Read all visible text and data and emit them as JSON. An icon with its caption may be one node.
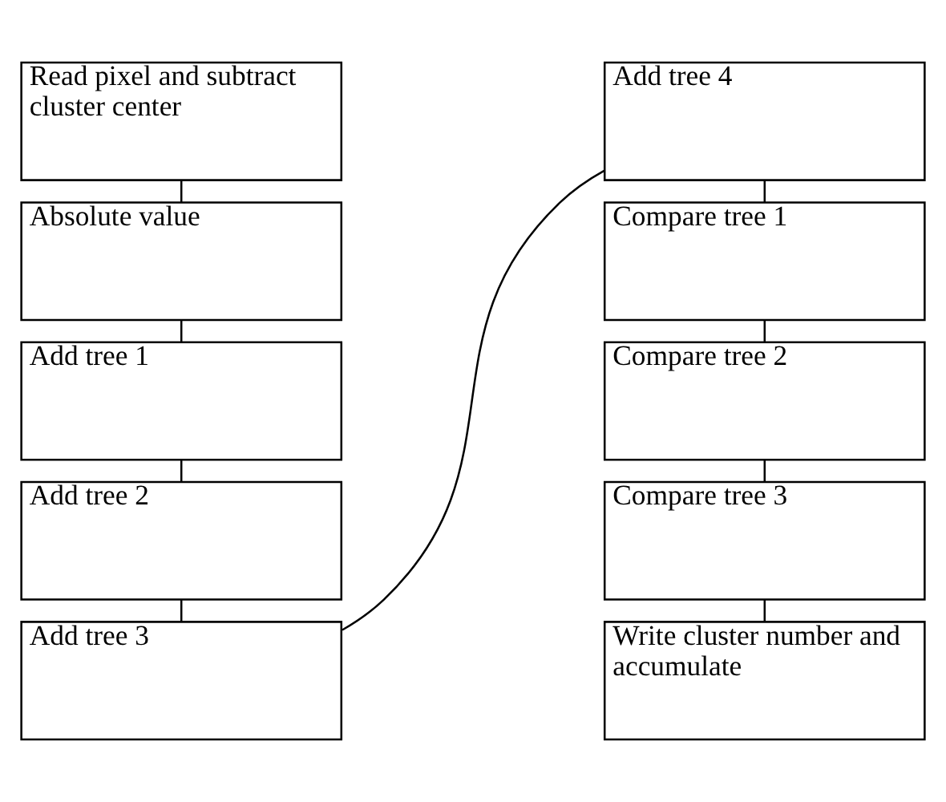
{
  "diagram": {
    "nodes": [
      {
        "text": [
          "Read pixel and subtract cluster center"
        ]
      },
      {
        "text": [
          "Absolute value"
        ]
      },
      {
        "text": [
          "Add tree 1"
        ]
      },
      {
        "text": [
          "Add tree 2"
        ]
      },
      {
        "text": [
          "Add tree 3"
        ]
      },
      {
        "text": [
          "Add tree 4"
        ]
      },
      {
        "text": [
          "Compare tree 1"
        ]
      },
      {
        "text": [
          "Compare tree 2"
        ]
      },
      {
        "text": [
          "Compare tree 3"
        ]
      },
      {
        "text": [
          "Write cluster number and accumulate"
        ]
      }
    ],
    "edges": [
      {
        "from": 0,
        "to": 1,
        "arrow": "none"
      },
      {
        "from": 1,
        "to": 2,
        "arrow": "none"
      },
      {
        "from": 2,
        "to": 3,
        "arrow": "none"
      },
      {
        "from": 3,
        "to": 4,
        "arrow": "none"
      },
      {
        "from": 4,
        "to": 5,
        "arrow": "none"
      },
      {
        "from": 5,
        "to": 6,
        "arrow": "none"
      },
      {
        "from": 6,
        "to": 7,
        "arrow": "none"
      },
      {
        "from": 7,
        "to": 8,
        "arrow": "none"
      },
      {
        "from": 8,
        "to": 9,
        "arrow": "none"
      }
    ]
  }
}
